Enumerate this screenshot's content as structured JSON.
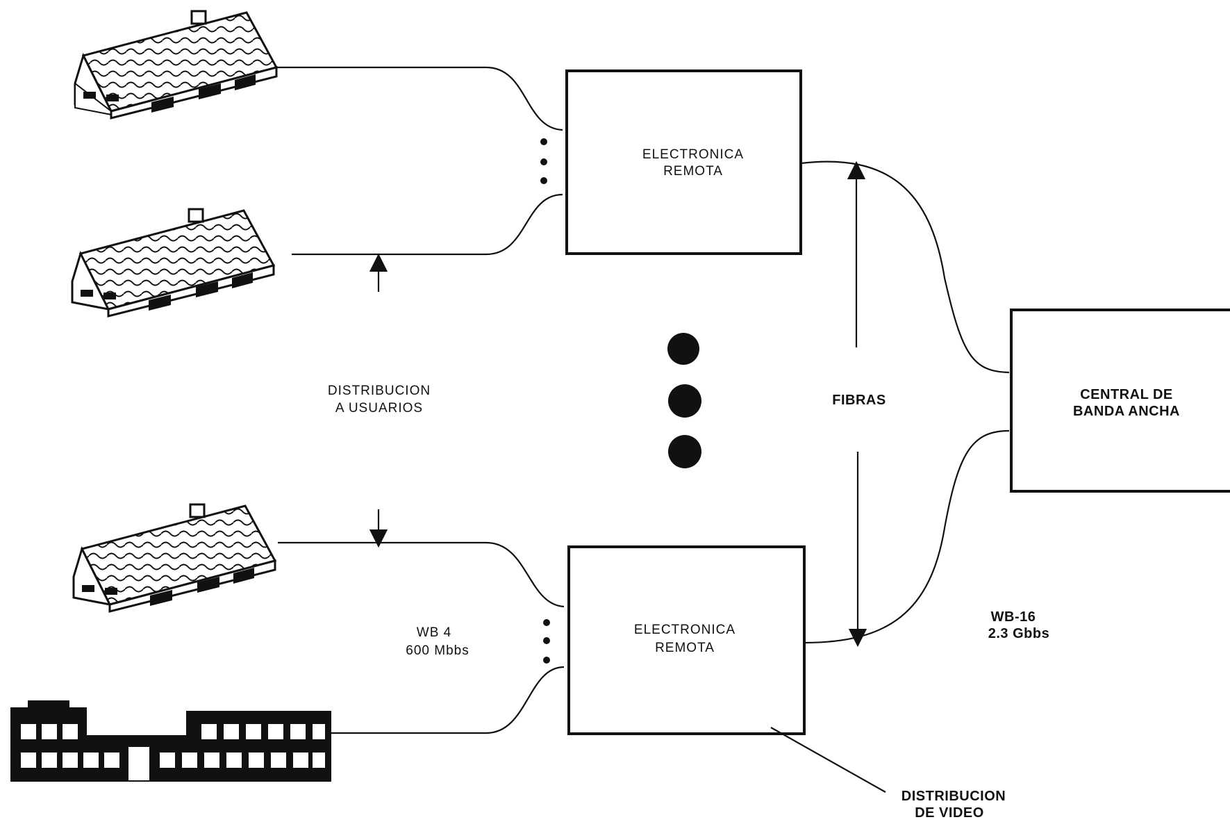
{
  "diagram": {
    "remote_top": {
      "line1": "ELECTRONICA",
      "line2": "REMOTA"
    },
    "remote_bottom": {
      "line1": "ELECTRONICA",
      "line2": "REMOTA"
    },
    "central": {
      "line1": "CENTRAL DE",
      "line2": "BANDA ANCHA"
    },
    "user_distribution": {
      "line1": "DISTRIBUCION",
      "line2": "A USUARIOS"
    },
    "fibers": "FIBRAS",
    "wb4": {
      "line1": "WB 4",
      "line2": "600 Mbbs"
    },
    "wb16": {
      "line1": "WB-16",
      "line2": "2.3 Gbbs"
    },
    "video_distribution": {
      "line1": "DISTRIBUCION",
      "line2": "DE VIDEO"
    }
  }
}
